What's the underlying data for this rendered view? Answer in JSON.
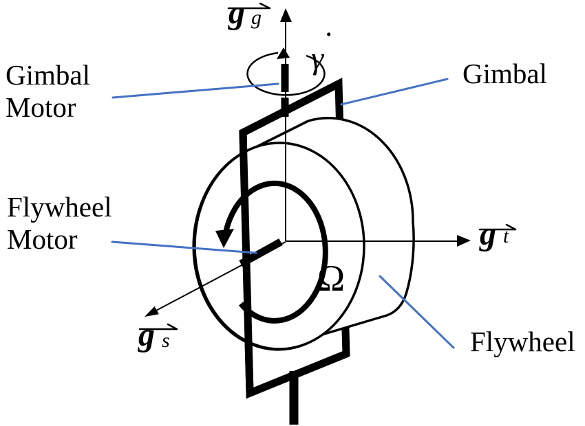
{
  "figure": {
    "description": "Control moment gyroscope schematic diagram",
    "background": "#FFFFFF"
  },
  "colors": {
    "ink": "#000000",
    "leader_line": "#4472C4"
  },
  "labels": {
    "gimbal_motor_line1": "Gimbal",
    "gimbal_motor_line2": "Motor",
    "gimbal": "Gimbal",
    "flywheel_motor_line1": "Flywheel",
    "flywheel_motor_line2": "Motor",
    "flywheel": "Flywheel",
    "gimbal_rate_symbol": "γ",
    "gimbal_rate_dot": "˙",
    "flywheel_spin_symbol": "Ω"
  },
  "axes": {
    "gimbal_axis": {
      "base": "g",
      "sub": "g"
    },
    "transverse_axis": {
      "base": "g",
      "sub": "t"
    },
    "spin_axis": {
      "base": "g",
      "sub": "s"
    }
  }
}
